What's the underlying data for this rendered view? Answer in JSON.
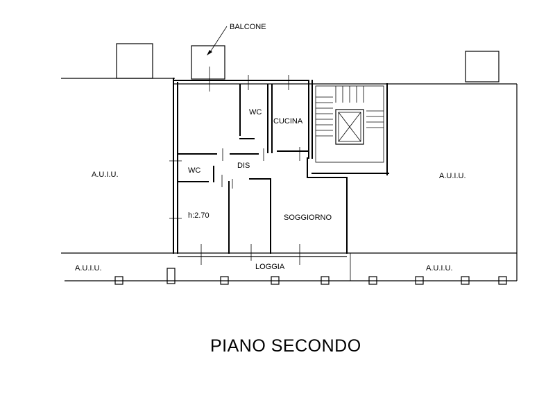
{
  "plan": {
    "title": "PIANO SECONDO",
    "labels": {
      "balcone": "BALCONE",
      "auiu_left": "A.U.I.U.",
      "auiu_right": "A.U.I.U.",
      "auiu_bottom_left": "A.U.I.U.",
      "auiu_bottom_right": "A.U.I.U.",
      "wc_top": "WC",
      "wc_left": "WC",
      "cucina": "CUCINA",
      "dis": "DIS",
      "height": "h:2.70",
      "soggiorno": "SOGGIORNO",
      "loggia": "LOGGIA"
    }
  }
}
